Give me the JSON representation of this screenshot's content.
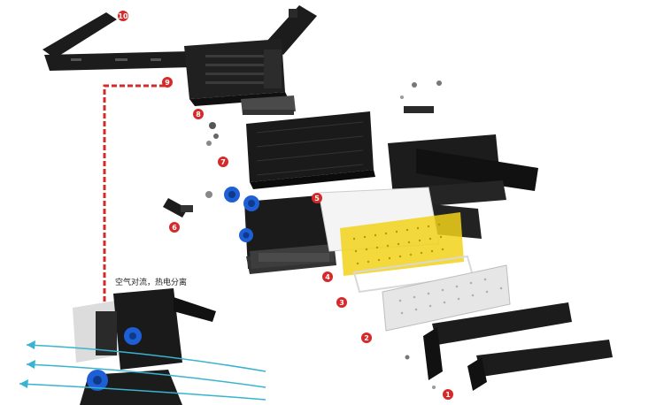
{
  "caption": "空气对流，热电分离",
  "parts": [
    {
      "id": "part-1",
      "number": "1"
    },
    {
      "id": "part-2",
      "number": "2"
    },
    {
      "id": "part-3",
      "number": "3"
    },
    {
      "id": "part-4",
      "number": "4"
    },
    {
      "id": "part-5",
      "number": "5"
    },
    {
      "id": "part-6",
      "number": "6"
    },
    {
      "id": "part-7",
      "number": "7"
    },
    {
      "id": "part-8",
      "number": "8"
    },
    {
      "id": "part-9",
      "number": "9"
    },
    {
      "id": "part-10",
      "number": "10"
    }
  ],
  "colors": {
    "badge": "#d62a2a",
    "housing": "#1c1c1c",
    "knob": "#1f5fd6",
    "airflow": "#39b3cf",
    "led_yellow": "#f2d21a",
    "diffuser": "#e6e6e6",
    "separator": "#d62a2a"
  },
  "icons": [
    "bracket-icon",
    "driver-box-icon",
    "knob-icon",
    "led-module-icon",
    "cable-gland-icon",
    "lens-icon",
    "visor-icon"
  ]
}
